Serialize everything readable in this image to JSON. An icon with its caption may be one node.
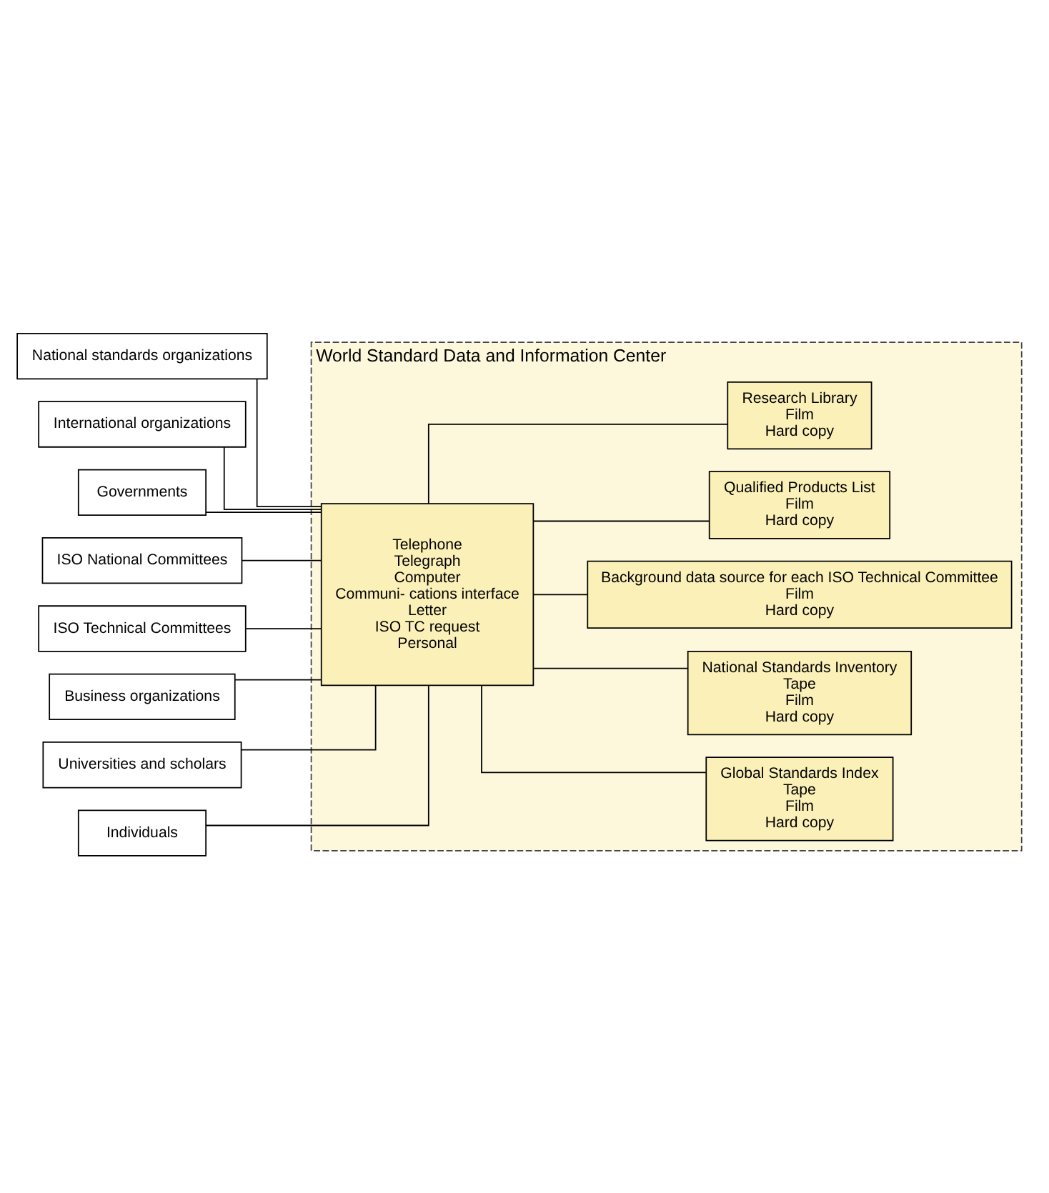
{
  "diagram": {
    "nodes": [
      {
        "text": [
          "World Standard Data and Information Center"
        ]
      },
      {
        "text": [
          "National standards organizations"
        ]
      },
      {
        "text": [
          "International organizations"
        ]
      },
      {
        "text": [
          "Governments"
        ]
      },
      {
        "text": [
          "ISO National Committees"
        ]
      },
      {
        "text": [
          "ISO Technical Committees"
        ]
      },
      {
        "text": [
          "Business organizations"
        ]
      },
      {
        "text": [
          "Universities and scholars"
        ]
      },
      {
        "text": [
          "Individuals"
        ]
      },
      {
        "text": [
          "Telephone",
          "Telegraph",
          "Computer",
          "Communi- cations interface",
          "Letter",
          "ISO TC request",
          "Personal"
        ],
        "in": 0
      },
      {
        "text": [
          "Global Standards Index",
          "Tape",
          "Film",
          "Hard copy"
        ],
        "in": 0
      },
      {
        "text": [
          "National Standards Inventory",
          "Tape",
          "Film",
          "Hard copy"
        ],
        "in": 0
      },
      {
        "text": [
          "Background data source for each ISO Technical Committee",
          "Film",
          "Hard copy"
        ],
        "in": 0
      },
      {
        "text": [
          "Qualified Products List",
          "Film",
          "Hard copy"
        ],
        "in": 0
      },
      {
        "text": [
          "Research Library",
          "Film",
          "Hard copy"
        ],
        "in": 0
      }
    ],
    "edges": [
      {
        "from": 1,
        "to": 9,
        "arrow": "none"
      },
      {
        "from": 2,
        "to": 9,
        "arrow": "none"
      },
      {
        "from": 3,
        "to": 9,
        "arrow": "none"
      },
      {
        "from": 4,
        "to": 9,
        "arrow": "none"
      },
      {
        "from": 5,
        "to": 9,
        "arrow": "none"
      },
      {
        "from": 6,
        "to": 9,
        "arrow": "none"
      },
      {
        "from": 7,
        "to": 9,
        "arrow": "none"
      },
      {
        "from": 8,
        "to": 9,
        "arrow": "none"
      },
      {
        "from": 9,
        "to": 10,
        "arrow": "none"
      },
      {
        "from": 9,
        "to": 11,
        "arrow": "none"
      },
      {
        "from": 9,
        "to": 12,
        "arrow": "none"
      },
      {
        "from": 9,
        "to": 13,
        "arrow": "none"
      },
      {
        "from": 9,
        "to": 14,
        "arrow": "none"
      }
    ]
  }
}
